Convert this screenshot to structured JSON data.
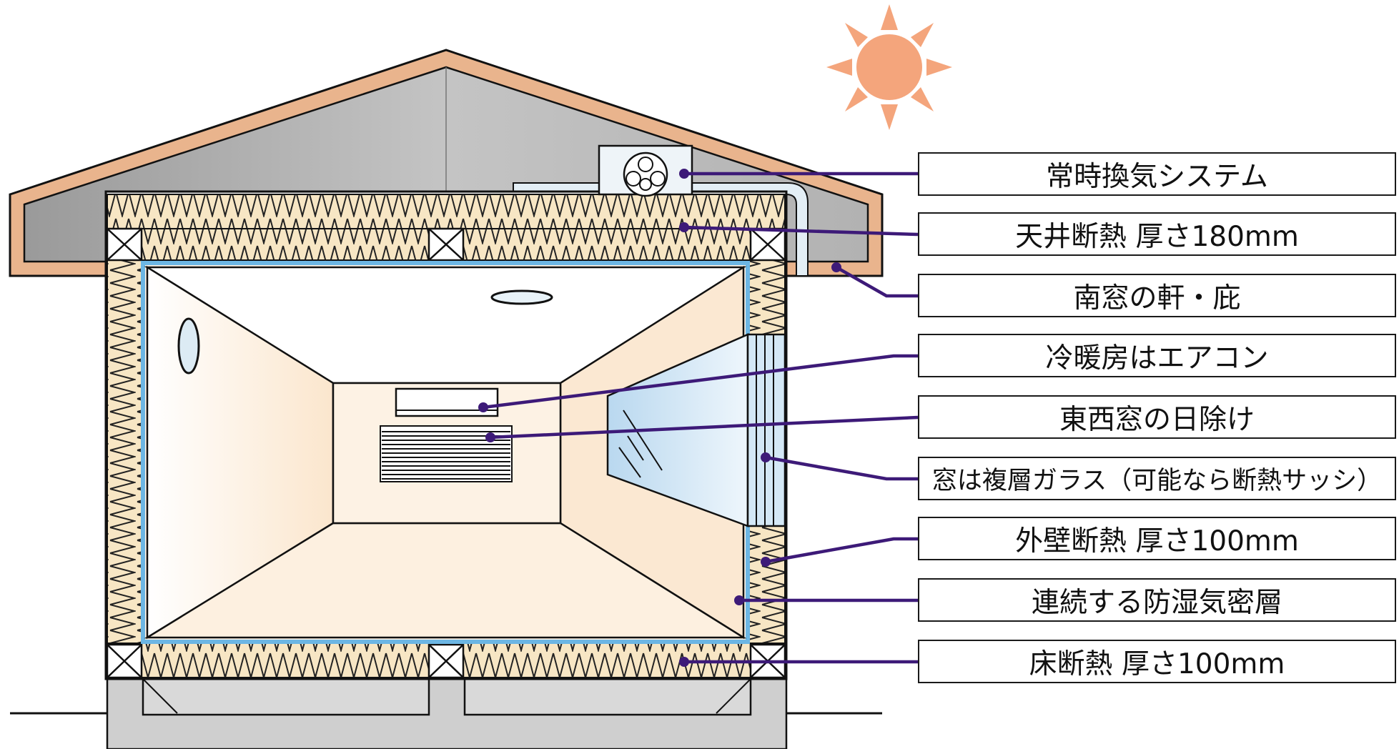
{
  "diagram": {
    "labels": [
      {
        "id": "ventilation",
        "text": "常時換気システム"
      },
      {
        "id": "ceiling-insulation",
        "text": "天井断熱 厚さ180mm"
      },
      {
        "id": "eaves",
        "text": "南窓の軒・庇"
      },
      {
        "id": "air-conditioner",
        "text": "冷暖房はエアコン"
      },
      {
        "id": "sunshade",
        "text": "東西窓の日除け"
      },
      {
        "id": "double-glazing",
        "text": "窓は複層ガラス（可能なら断熱サッシ）"
      },
      {
        "id": "wall-insulation",
        "text": "外壁断熱 厚さ100mm"
      },
      {
        "id": "vapor-barrier",
        "text": "連続する防湿気密層"
      },
      {
        "id": "floor-insulation",
        "text": "床断熱 厚さ100mm"
      }
    ],
    "colors": {
      "leader_line": "#3d1a78",
      "roof_trim": "#e9b48d",
      "sun": "#f4a57c",
      "insulation": "#f7e6c4",
      "vapor_layer": "#6cb6e4",
      "room": "#fdf3e6",
      "window_glass": "#d4e8f6"
    },
    "icons": [
      "sun-icon",
      "ventilation-fan-icon",
      "air-conditioner-icon",
      "ceiling-light-icon",
      "wall-light-icon"
    ]
  }
}
